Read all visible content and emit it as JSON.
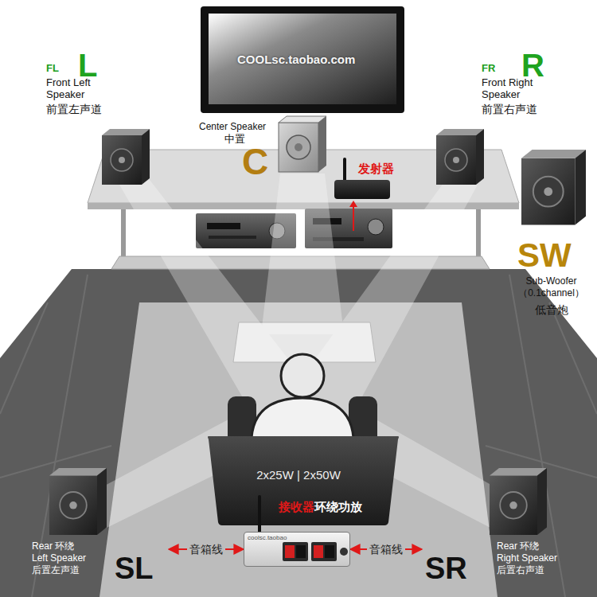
{
  "diagram": {
    "nodes": [
      {
        "text": [
          "FL",
          "L",
          "Front Left Speaker",
          "前置左声道"
        ]
      },
      {
        "text": [
          "FR",
          "R",
          "Front Right Speaker",
          "前置右声道"
        ]
      },
      {
        "text": [
          "Center Speaker",
          "中置",
          "C"
        ]
      },
      {
        "text": [
          "发射器"
        ]
      },
      {
        "text": [
          "SW",
          "Sub-Woofer （0.1channel）",
          "低音炮"
        ]
      },
      {
        "text": [
          "Rear 环绕 Left Speaker 后置左声道",
          "SL"
        ]
      },
      {
        "text": [
          "接收器",
          "环绕功放",
          "coolsc.taobao"
        ]
      },
      {
        "text": [
          "Rear 环绕 Right Speaker 后置右声道",
          "SR"
        ]
      }
    ],
    "edges": [
      {
        "from": 6,
        "to": 5,
        "label": "音箱线",
        "arrow": "both"
      },
      {
        "from": 6,
        "to": 7,
        "label": "音箱线",
        "arrow": "both"
      }
    ],
    "labels": [
      "COOLsc.taobao.com",
      "2x25W | 2x50W"
    ]
  }
}
